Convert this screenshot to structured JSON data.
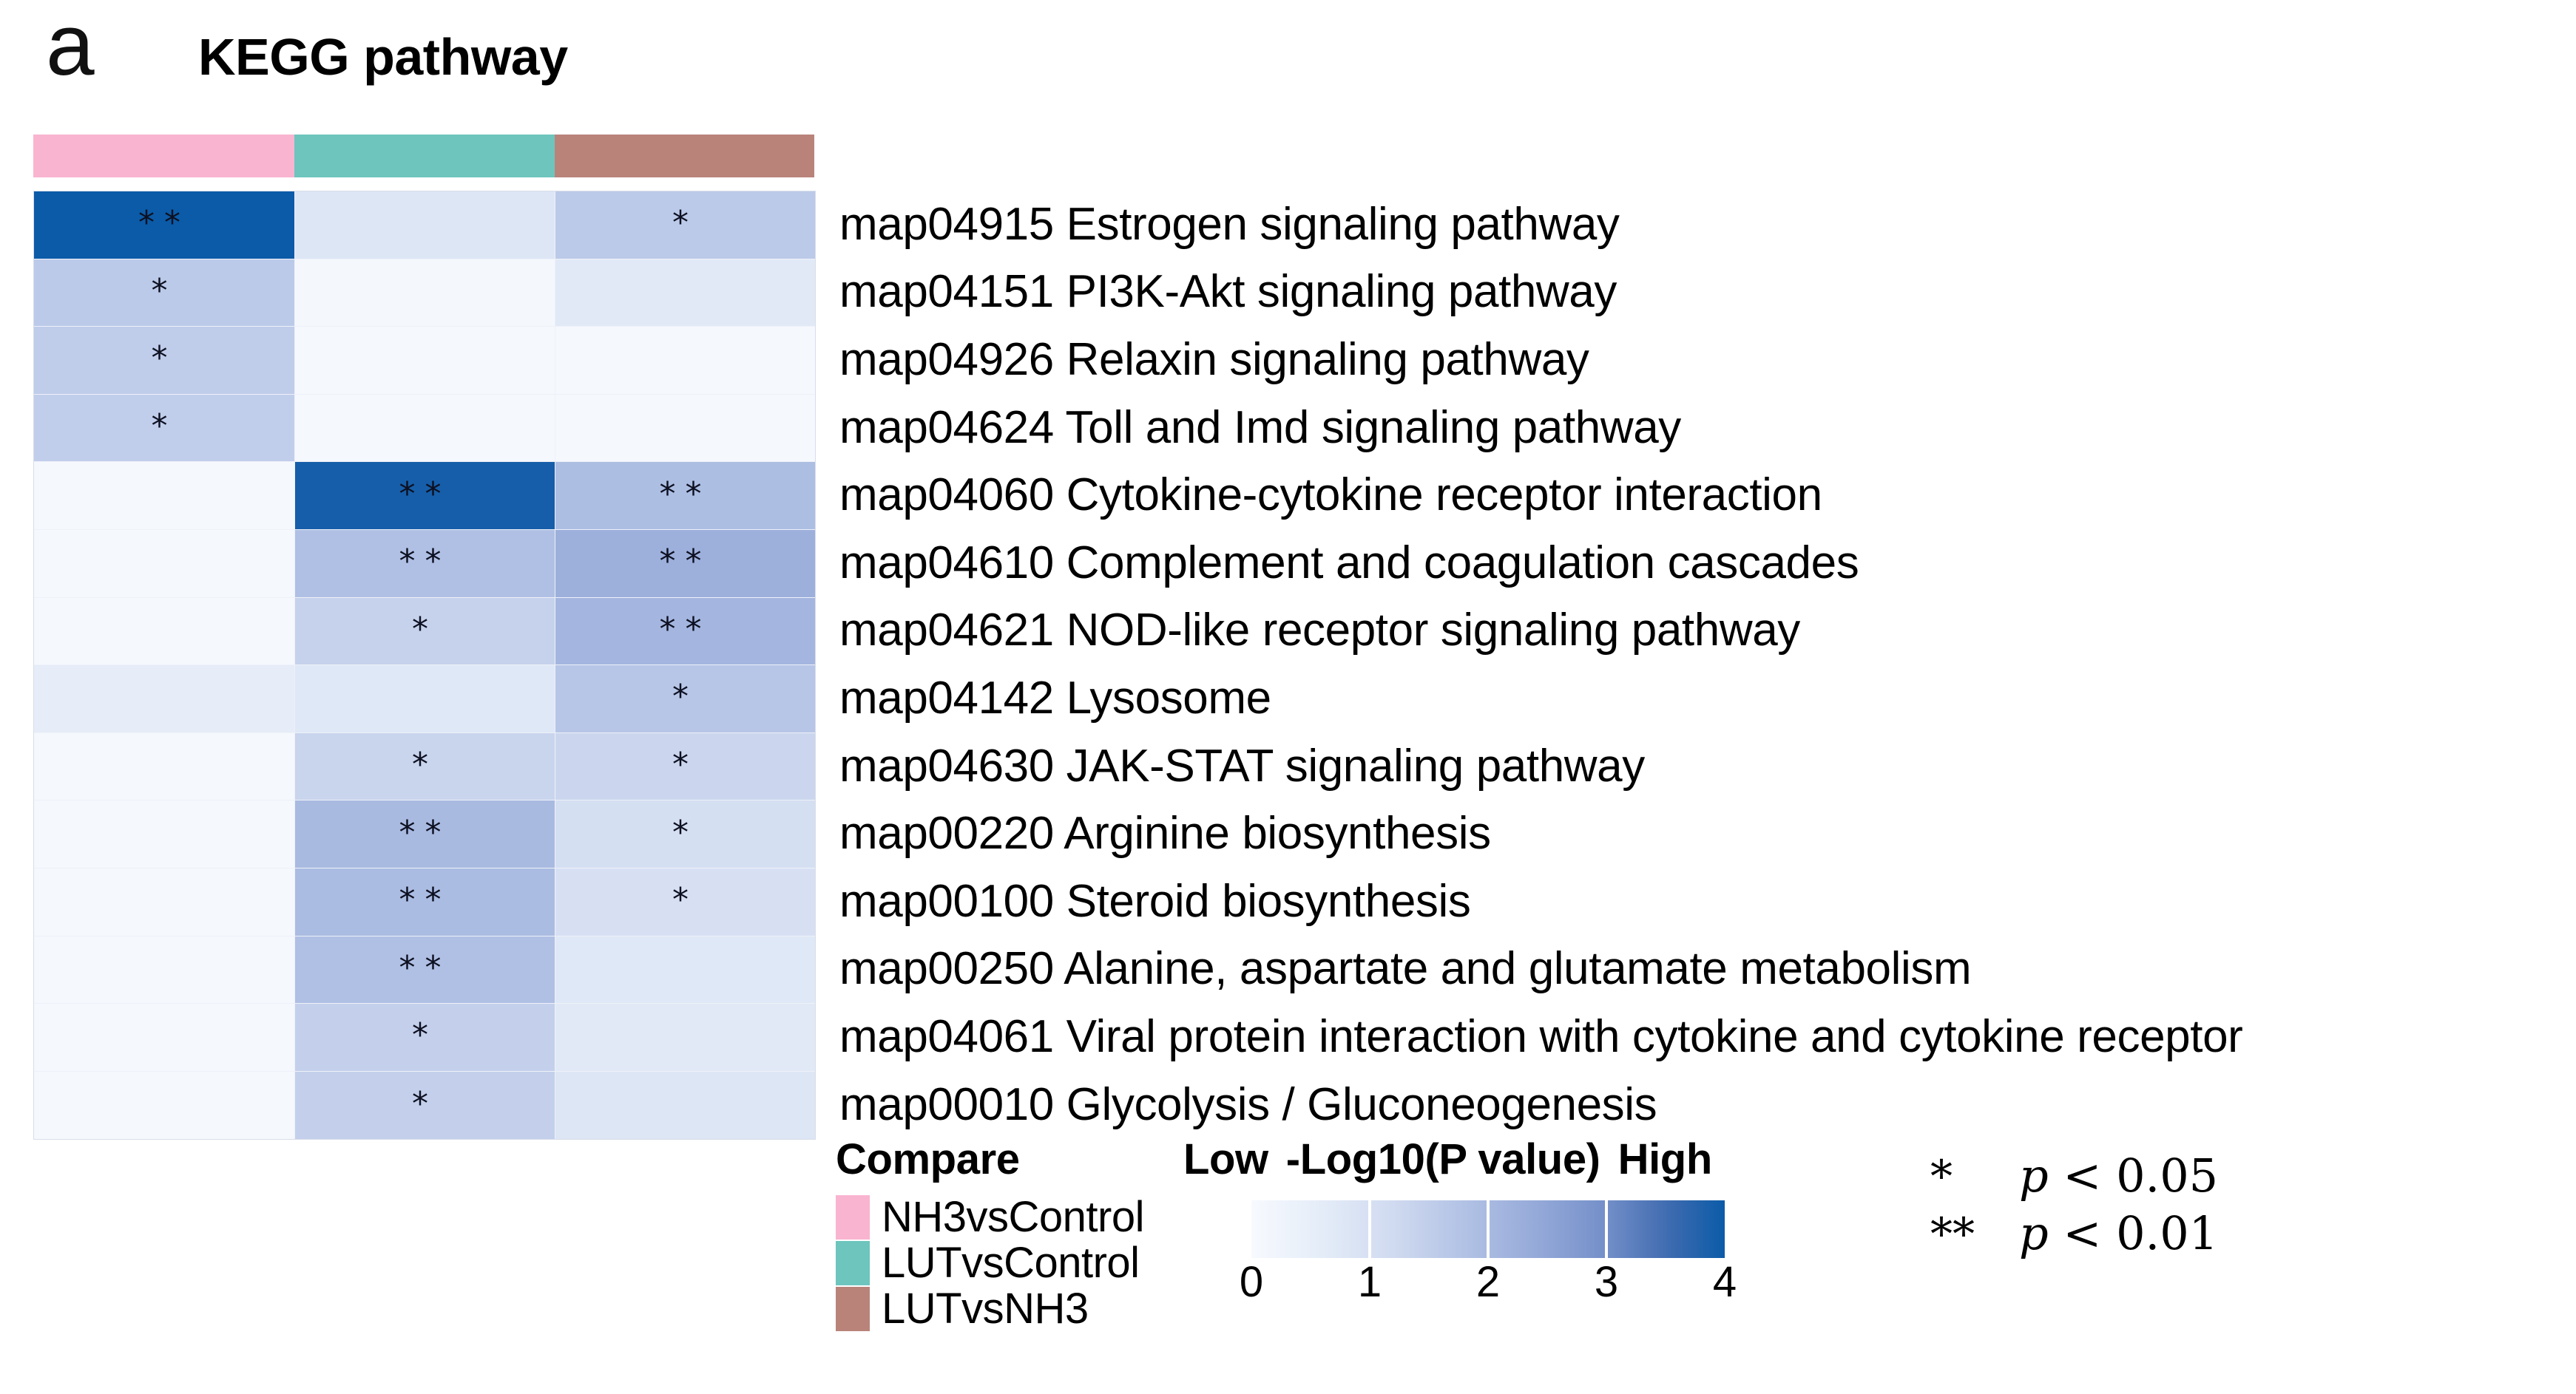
{
  "panel": {
    "letter": "a",
    "title": "KEGG pathway"
  },
  "groups": [
    {
      "name": "NH3vsControl",
      "color": "#f9b4d0"
    },
    {
      "name": "LUTvsControl",
      "color": "#6dc5bd"
    },
    {
      "name": "LUTvsNH3",
      "color": "#b9837a"
    }
  ],
  "compare_legend": {
    "title": "Compare",
    "items": [
      {
        "label": "NH3vsControl",
        "color": "#f9b4d0"
      },
      {
        "label": "LUTvsControl",
        "color": "#6dc5bd"
      },
      {
        "label": "LUTvsNH3",
        "color": "#b9837a"
      }
    ]
  },
  "colorbar": {
    "low_label": "Low",
    "title": "-Log10(P value)",
    "high_label": "High",
    "ticks": [
      "0",
      "1",
      "2",
      "3",
      "4"
    ],
    "min": 0,
    "max": 4,
    "low_color": "#f2f5fc",
    "high_color": "#0b5ba8"
  },
  "pvalue_legend": [
    {
      "stars": "*",
      "text_star": "",
      "text": "p < 0.05"
    },
    {
      "stars": "**",
      "text_star": "",
      "text": "p < 0.01"
    }
  ],
  "chart_data": {
    "type": "heatmap",
    "title": "KEGG pathway",
    "xlabel": "",
    "ylabel": "",
    "value_label": "-Log10(P value)",
    "zlim": [
      0,
      4
    ],
    "grid": true,
    "legend_position": "bottom",
    "columns": [
      "NH3vsControl",
      "LUTvsControl",
      "LUTvsNH3"
    ],
    "column_colors": [
      "#f9b4d0",
      "#6dc5bd",
      "#b9837a"
    ],
    "rows": [
      "map04915 Estrogen signaling pathway",
      "map04151 PI3K-Akt signaling pathway",
      "map04926 Relaxin signaling pathway",
      "map04624 Toll and Imd signaling pathway",
      "map04060 Cytokine-cytokine receptor interaction",
      "map04610 Complement and coagulation cascades",
      "map04621 NOD-like receptor signaling pathway",
      "map04142 Lysosome",
      "map04630 JAK-STAT signaling pathway",
      "map00220 Arginine biosynthesis",
      "map00100 Steroid biosynthesis",
      "map00250 Alanine, aspartate and glutamate metabolism",
      "map04061 Viral protein interaction with cytokine and cytokine receptor",
      "map00010 Glycolysis / Gluconeogenesis"
    ],
    "values": [
      [
        4.0,
        0.8,
        1.6
      ],
      [
        1.6,
        0.1,
        0.7
      ],
      [
        1.55,
        0.05,
        0.05
      ],
      [
        1.5,
        0.05,
        0.05
      ],
      [
        0.05,
        3.9,
        1.9
      ],
      [
        0.05,
        1.85,
        2.25
      ],
      [
        0.05,
        1.4,
        2.1
      ],
      [
        0.55,
        0.75,
        1.7
      ],
      [
        0.05,
        1.35,
        1.3
      ],
      [
        0.05,
        2.0,
        1.05
      ],
      [
        0.05,
        1.95,
        1.0
      ],
      [
        0.05,
        1.85,
        0.75
      ],
      [
        0.05,
        1.45,
        0.7
      ],
      [
        0.05,
        1.45,
        0.8
      ]
    ],
    "significance": [
      [
        "**",
        "",
        "*"
      ],
      [
        "*",
        "",
        ""
      ],
      [
        "*",
        "",
        ""
      ],
      [
        "*",
        "",
        ""
      ],
      [
        "",
        "**",
        "**"
      ],
      [
        "",
        "**",
        "**"
      ],
      [
        "",
        "*",
        "**"
      ],
      [
        "",
        "",
        "*"
      ],
      [
        "",
        "*",
        "*"
      ],
      [
        "",
        "**",
        "*"
      ],
      [
        "",
        "**",
        "*"
      ],
      [
        "",
        "**",
        ""
      ],
      [
        "",
        "*",
        ""
      ],
      [
        "",
        "*",
        ""
      ]
    ]
  }
}
